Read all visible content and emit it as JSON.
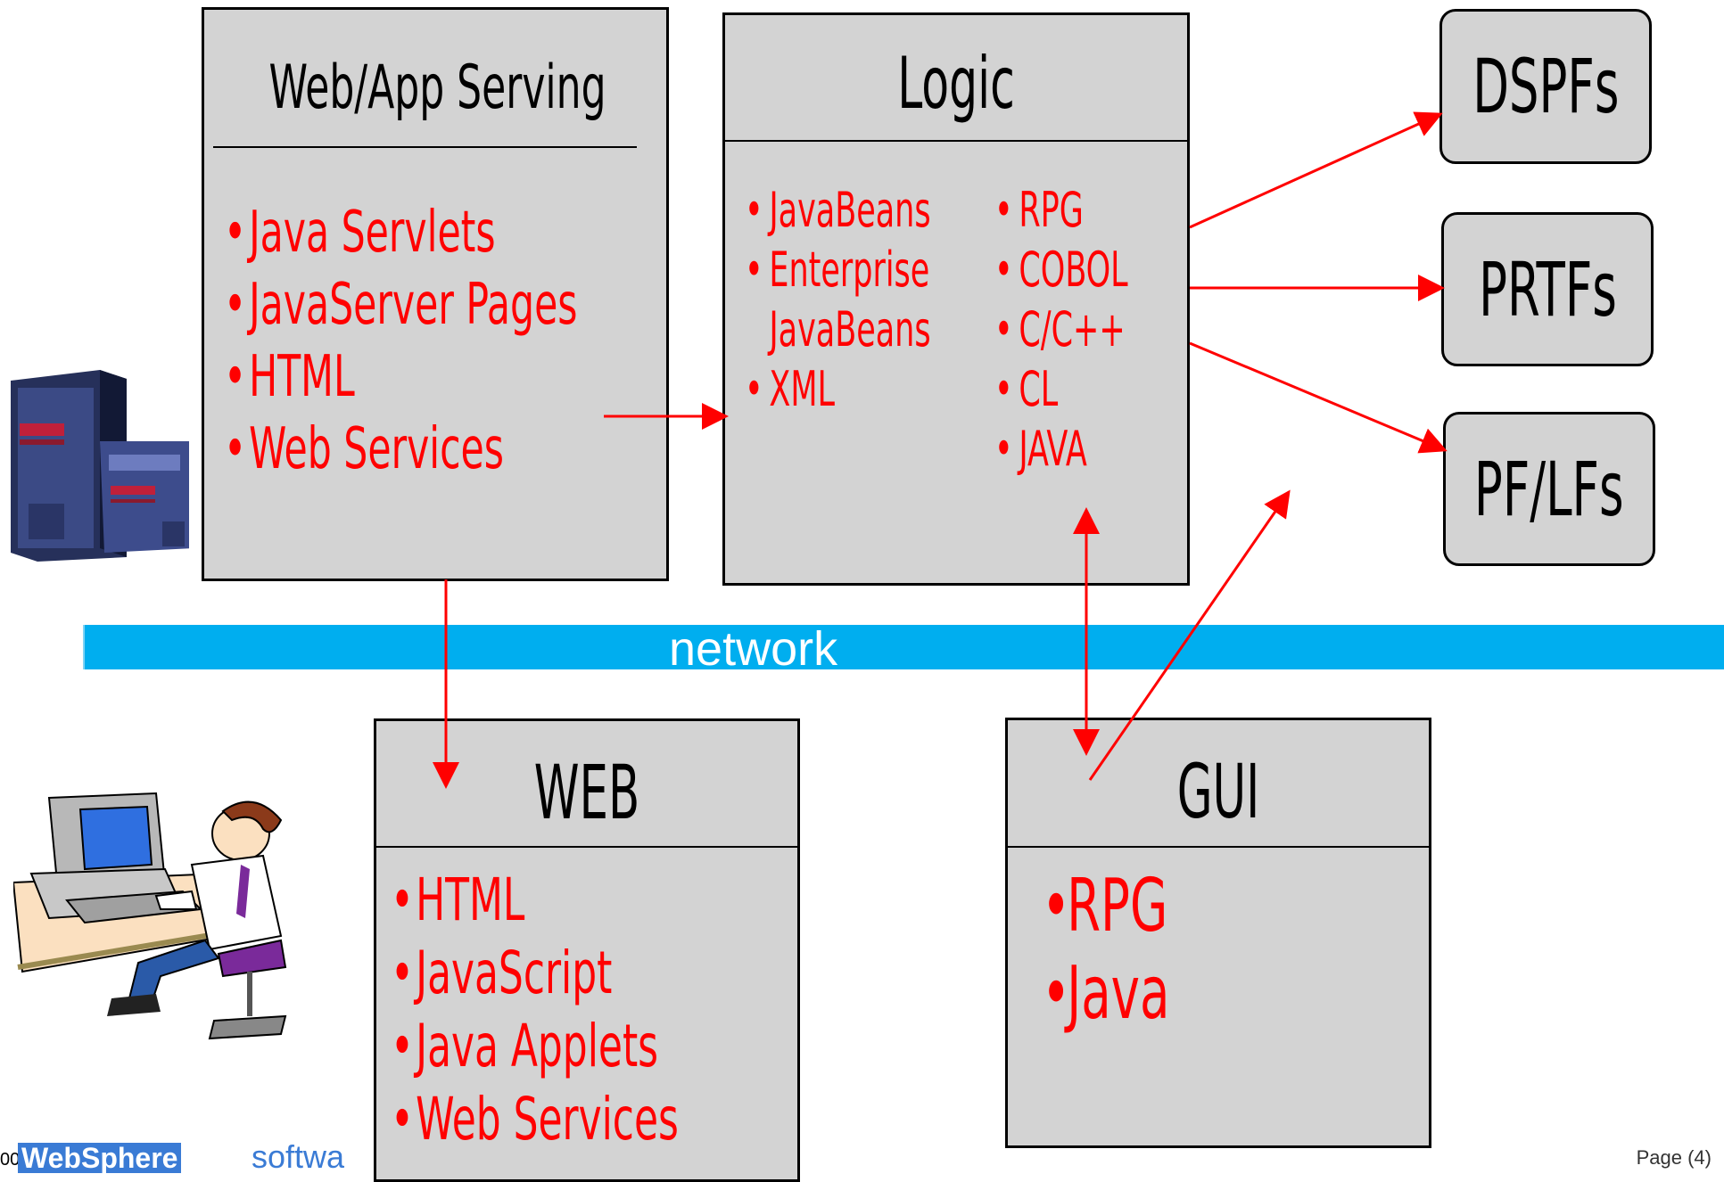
{
  "web_app": {
    "title": "Web/App Serving",
    "items": [
      "Java Servlets",
      "JavaServer Pages",
      "HTML",
      "Web Services"
    ]
  },
  "logic": {
    "title": "Logic",
    "col1": [
      "JavaBeans",
      "Enterprise",
      "JavaBeans",
      "XML"
    ],
    "col2": [
      "RPG",
      "COBOL",
      "C/C++",
      "CL",
      "JAVA"
    ]
  },
  "files": {
    "dspf": "DSPFs",
    "prtf": "PRTFs",
    "pflf": "PF/LFs"
  },
  "network": {
    "label": "network"
  },
  "web": {
    "title": "WEB",
    "items": [
      "HTML",
      "JavaScript",
      "Java Applets",
      "Web Services"
    ]
  },
  "gui": {
    "title": "GUI",
    "items": [
      "RPG",
      "Java"
    ]
  },
  "footer": {
    "left_fragment": "00",
    "brand": "WebSphere",
    "brand_suffix": "softwa",
    "page": "Page (4)"
  },
  "colors": {
    "box_fill": "#d3d3d3",
    "text_red": "#ff0000",
    "network": "#00aeef",
    "arrow": "#ff0000"
  }
}
